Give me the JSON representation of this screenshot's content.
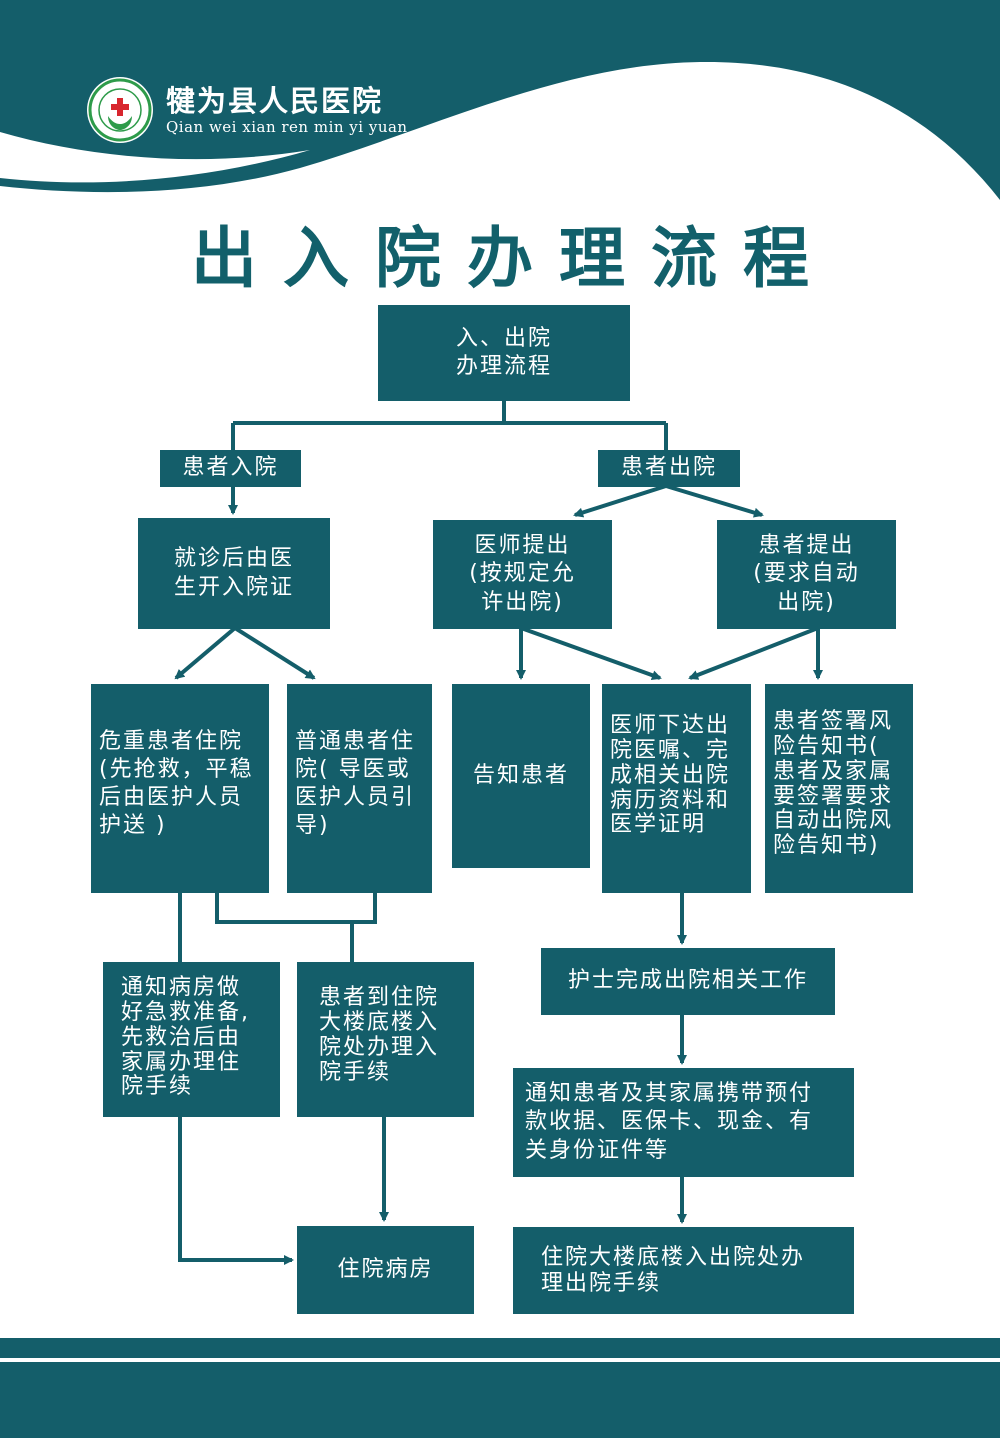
{
  "header": {
    "hospital_name": "犍为县人民医院",
    "hospital_pinyin": "Qian wei xian ren min yi yuan",
    "logo": "hospital-logo-icon"
  },
  "title": "出入院办理流程",
  "colors": {
    "primary": "#145e6a",
    "title": "#12606b",
    "background": "#ffffff",
    "logo_green": "#2e9b4a",
    "logo_red": "#d8262e"
  },
  "flow": {
    "root": "入、出院\n办理流程",
    "admission": {
      "label": "患者入院",
      "certificate": "就诊后由医\n生开入院证",
      "critical": "危重患者住院\n(先抢救，平稳\n后由医护人员\n护送 )",
      "normal": "普通患者住\n院( 导医或\n医护人员引\n导)",
      "notify_ward": "通知病房做\n好急救准备,\n先救治后由\n家属办理住\n院手续",
      "go_office": "患者到住院\n大楼底楼入\n院处办理入\n院手续",
      "ward": "住院病房"
    },
    "discharge": {
      "label": "患者出院",
      "doctor_proposed": "医师提出\n(按规定允\n许出院)",
      "patient_proposed": "患者提出\n(要求自动\n出院)",
      "inform_patient": "告知患者",
      "doctor_orders": "医师下达出\n院医嘱、完\n成相关出院\n病历资料和\n医学证明",
      "sign_risk": "患者签署风\n险告知书(\n患者及家属\n要签署要求\n自动出院风\n险告知书)",
      "nurse_work": "护士完成出院相关工作",
      "notify_family": "通知患者及其家属携带预付\n款收据、医保卡、现金、有\n关身份证件等",
      "office_procedure": "住院大楼底楼入出院处办\n理出院手续"
    }
  }
}
